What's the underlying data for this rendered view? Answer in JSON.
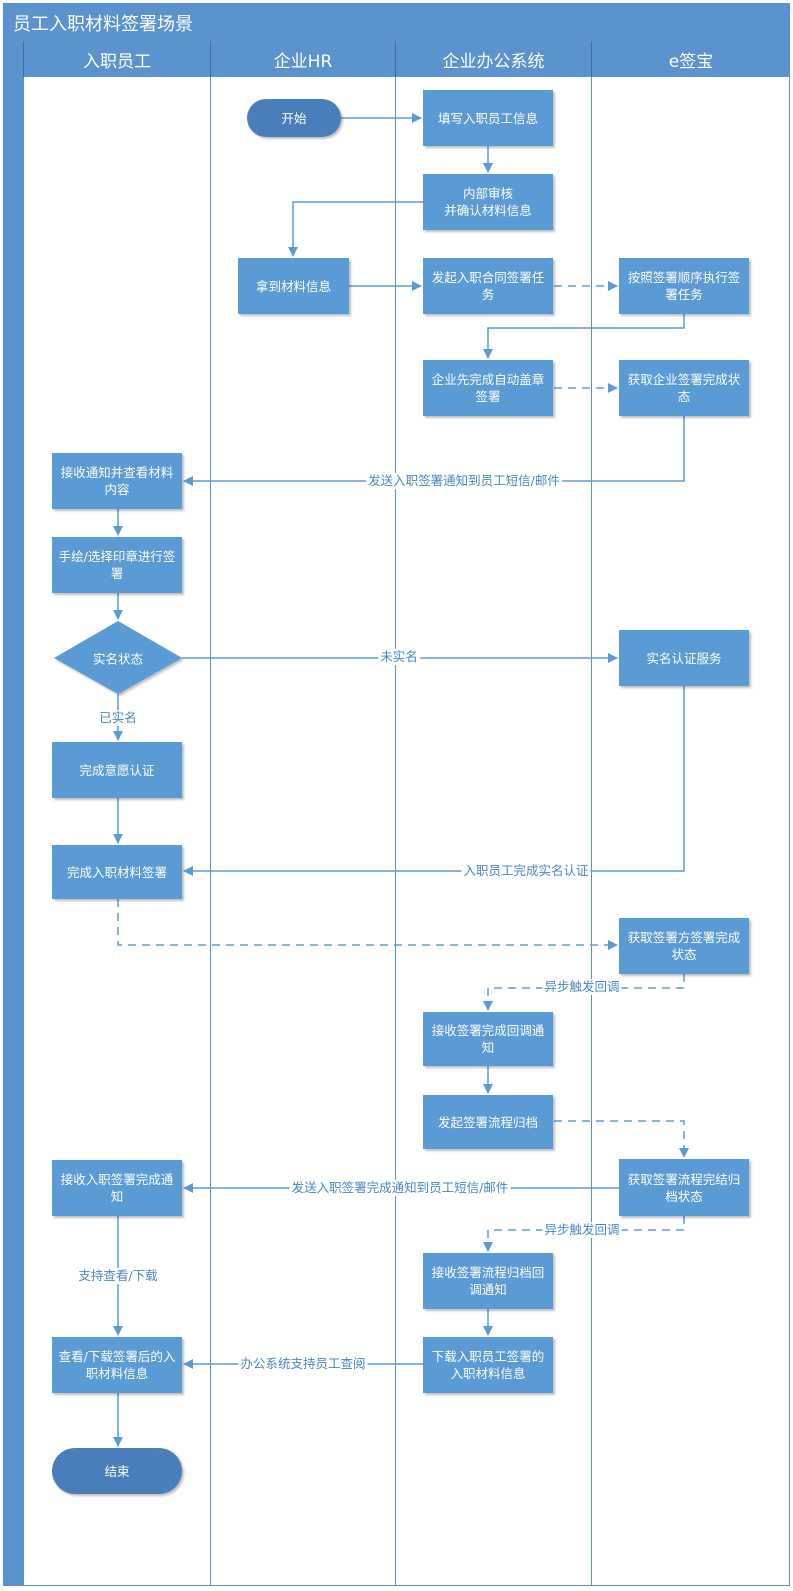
{
  "title": "员工入职材料签署场景",
  "lanes": [
    {
      "label": "入职员工"
    },
    {
      "label": "企业HR"
    },
    {
      "label": "企业办公系统"
    },
    {
      "label": "e签宝"
    }
  ],
  "nodes": {
    "start": "开始",
    "fill_info": "填写入职员工信息",
    "internal_review": "内部审核\n并确认材料信息",
    "get_materials": "拿到材料信息",
    "launch_contract": "发起入职合同签署任\n务",
    "execute_sign_order": "按照签署顺序执行签\n署任务",
    "auto_seal": "企业先完成自动盖章\n签署",
    "get_company_sign_status": "获取企业签署完成状\n态",
    "receive_notice": "接收通知并查看材料\n内容",
    "hand_sign": "手绘/选择印章进行签\n署",
    "realname_status": "实名状态",
    "realname_service": "实名认证服务",
    "intent_auth": "完成意愿认证",
    "complete_sign": "完成入职材料签署",
    "get_signer_status": "获取签署方签署完成\n状态",
    "receive_callback": "接收签署完成回调通\n知",
    "launch_archive": "发起签署流程归档",
    "get_archive_status": "获取签署流程完结归\n档状态",
    "receive_sign_complete": "接收入职签署完成通\n知",
    "receive_archive_callback": "接收签署流程归档回\n调通知",
    "download_materials": "下载入职员工签署的\n入职材料信息",
    "view_download": "查看/下载签署后的入\n职材料信息",
    "end": "结束"
  },
  "edge_labels": {
    "send_notice": "发送入职签署通知到员工短信/邮件",
    "not_realname": "未实名",
    "realname_done": "已实名",
    "realname_complete": "入职员工完成实名认证",
    "async_callback_1": "异步触发回调",
    "send_complete_notice": "发送入职签署完成通知到员工短信/邮件",
    "async_callback_2": "异步触发回调",
    "support_view": "支持查看/下载",
    "office_support": "办公系统支持员工查阅"
  },
  "colors": {
    "header": "#5b93cf",
    "node": "#5b9bd5",
    "pill": "#4a7ebb",
    "edge": "#5b9bd5",
    "label_text": "#4a86c5"
  }
}
